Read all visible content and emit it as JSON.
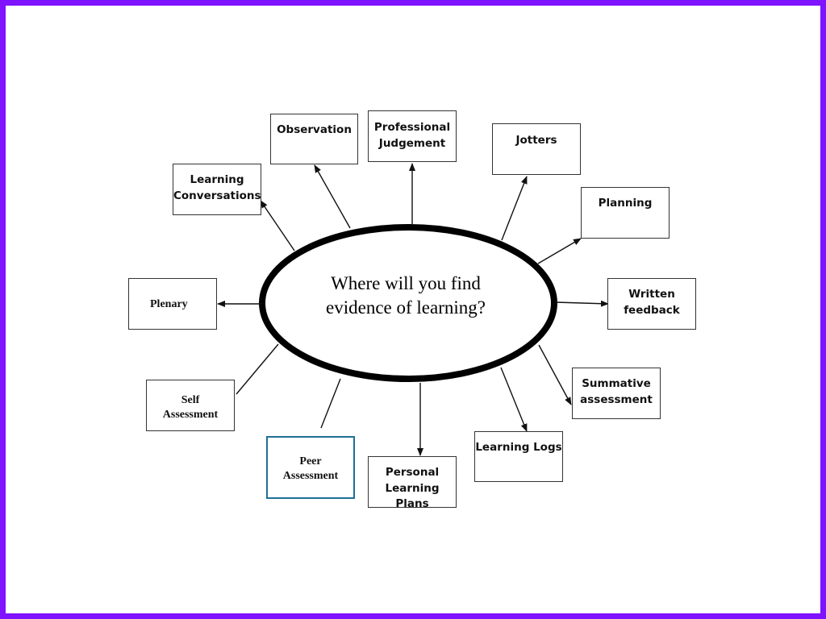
{
  "diagram": {
    "center": "Where will you find\nevidence of learning?",
    "nodes": {
      "observation": "Observation",
      "professional_judgement": "Professional\nJudgement",
      "jotters": "Jotters",
      "learning_conversations": "Learning\nConversations",
      "planning": "Planning",
      "plenary": "Plenary",
      "written_feedback": "Written\nfeedback",
      "summative_assessment": "Summative\nassessment",
      "self_assessment": "Self\nAssessment",
      "peer_assessment": "Peer\nAssessment",
      "personal_learning_plans": "Personal\nLearning Plans",
      "learning_logs": "Learning Logs"
    }
  },
  "colors": {
    "frame_border": "#7f12ff",
    "ellipse_stroke": "#000000",
    "highlight_border": "#1f6f97"
  }
}
